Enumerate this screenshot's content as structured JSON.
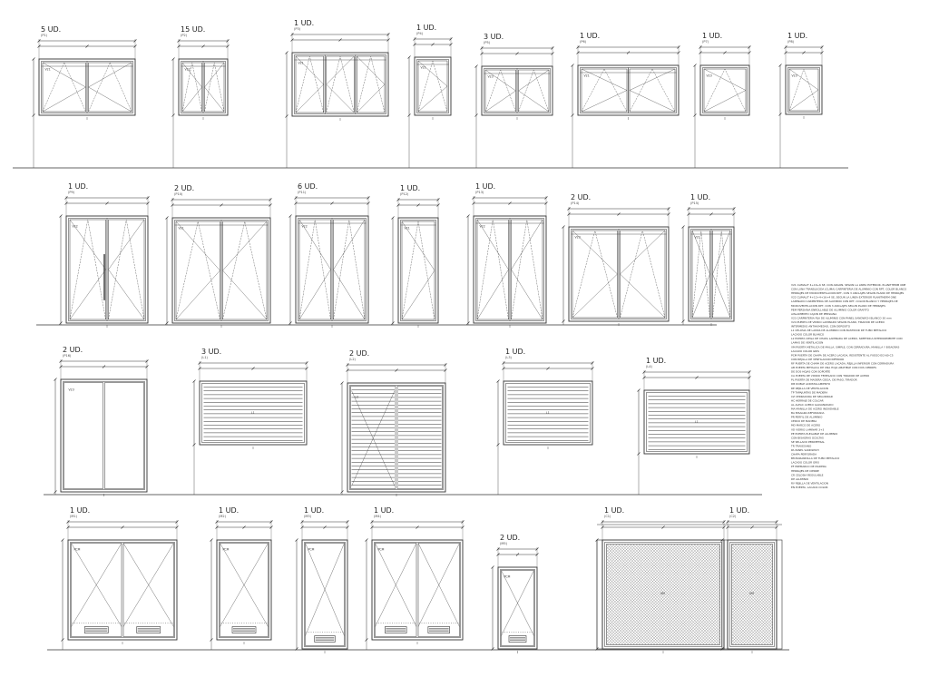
{
  "sheet": {
    "rows": [
      {
        "items": [
          {
            "qty": "5 UD.",
            "sub": "(P1)",
            "kind": "window",
            "leaves": 2,
            "transom": true,
            "tag": "V21"
          },
          {
            "qty": "15 UD.",
            "sub": "(P2)",
            "kind": "window",
            "leaves": 2,
            "transom": true,
            "tag": "V22"
          },
          {
            "qty": "1 UD.",
            "sub": "(P3)",
            "kind": "window",
            "leaves": 3,
            "transom": true,
            "tag": "V21"
          },
          {
            "qty": "1 UD.",
            "sub": "(P4)",
            "kind": "window",
            "leaves": 1,
            "transom": true,
            "tag": "V21"
          },
          {
            "qty": "3 UD.",
            "sub": "(P5)",
            "kind": "window",
            "leaves": 2,
            "transom": true,
            "tag": "V23"
          },
          {
            "qty": "1 UD.",
            "sub": "(P6)",
            "kind": "window",
            "leaves": 2,
            "transom": true,
            "tag": "V21"
          },
          {
            "qty": "1 UD.",
            "sub": "(P7)",
            "kind": "window",
            "leaves": 1,
            "transom": false,
            "tag": "V23"
          },
          {
            "qty": "1 UD.",
            "sub": "(P8)",
            "kind": "window",
            "leaves": 1,
            "transom": false,
            "tag": "V23"
          }
        ]
      },
      {
        "items": [
          {
            "qty": "1 UD.",
            "sub": "(P9)",
            "kind": "door-handle",
            "leaves": 2,
            "transom": true,
            "tag": "V22"
          },
          {
            "qty": "2 UD.",
            "sub": "(P10)",
            "kind": "window",
            "leaves": 2,
            "transom": true,
            "tag": "V21"
          },
          {
            "qty": "6 UD.",
            "sub": "(P11)",
            "kind": "window",
            "leaves": 2,
            "transom": true,
            "tag": "V22"
          },
          {
            "qty": "1 UD.",
            "sub": "(P12)",
            "kind": "window",
            "leaves": 1,
            "transom": true,
            "tag": "V21"
          },
          {
            "qty": "1 UD.",
            "sub": "(P13)",
            "kind": "window",
            "leaves": 2,
            "transom": true,
            "tag": "V22"
          },
          {
            "qty": "2 UD.",
            "sub": "(P14)",
            "kind": "window",
            "leaves": 2,
            "transom": true,
            "tag": "V23"
          },
          {
            "qty": "1 UD.",
            "sub": "(P15)",
            "kind": "window",
            "leaves": 2,
            "transom": true,
            "tag": "V21"
          }
        ]
      },
      {
        "items": [
          {
            "qty": "2 UD.",
            "sub": "(P16)",
            "kind": "plain-door",
            "leaves": 2,
            "transom": false,
            "tag": "V23"
          },
          {
            "qty": "3 UD.",
            "sub": "(L1)",
            "kind": "louver",
            "leaves": 1,
            "transom": false,
            "tag": "L1"
          },
          {
            "qty": "2 UD.",
            "sub": "(L2)",
            "kind": "louver-door",
            "leaves": 2,
            "transom": false,
            "tag": "L2"
          },
          {
            "qty": "1 UD.",
            "sub": "(L3)",
            "kind": "louver",
            "leaves": 1,
            "transom": false,
            "tag": "L1"
          },
          {
            "qty": "1 UD.",
            "sub": "(L4)",
            "kind": "louver",
            "leaves": 1,
            "transom": false,
            "tag": "L1"
          }
        ]
      },
      {
        "items": [
          {
            "qty": "1 UD.",
            "sub": "(M1)",
            "kind": "door-vent",
            "leaves": 2,
            "transom": false,
            "tag": "PCM"
          },
          {
            "qty": "1 UD.",
            "sub": "(M2)",
            "kind": "door-vent",
            "leaves": 1,
            "transom": false,
            "tag": "PCM"
          },
          {
            "qty": "1 UD.",
            "sub": "(M3)",
            "kind": "door-vent",
            "leaves": 1,
            "transom": false,
            "tag": "PCM"
          },
          {
            "qty": "1 UD.",
            "sub": "(M4)",
            "kind": "door-vent",
            "leaves": 2,
            "transom": false,
            "tag": "PCM"
          },
          {
            "qty": "2 UD.",
            "sub": "(M5)",
            "kind": "door-vent",
            "leaves": 1,
            "transom": false,
            "tag": "PCM"
          },
          {
            "qty": "1 UD.",
            "sub": "(C1)",
            "kind": "gate",
            "leaves": 1,
            "transom": false,
            "tag": "VM"
          },
          {
            "qty": "1 UD.",
            "sub": "(C2)",
            "kind": "gate",
            "leaves": 1,
            "transom": false,
            "tag": "VM"
          }
        ]
      }
    ]
  },
  "legend": {
    "lines": [
      "V21  CLIMALIT 4+16+6 SE, CON ARGON, SEGUN LA LINEA EXTERIOR, PLANITHERM ONE",
      "CON LUNA TRANSLUCIDA (CLIMA) CARPINTERIA DE ALUMINIO CON RPT, COLOR BLANCO",
      "HERRAJES DE MICROVENTILACION RPT, CON 3 ANCLAJES SEGUN PLANO DE HERRAJES",
      "V22  CLIMALIT 4+12+4+16+4 SE, SEGUN LA LINEA EXTERIOR PLANITHERM ONE",
      "LAMINADO CARPINTERIA DE ALUMINIO CON RPT, COLOR BLANCO Y HERRAJES DE",
      "MICROVENTILACION RPT, CON 3 ANCLAJES SEGUN PLANO DE HERRAJES",
      "PEM  PERSIANA ENROLLABLE DE ALUMINIO COLOR GRAFITO",
      "     AISLAMIENTO CAJON DE PERSIANA",
      "V23  CARPINTERIA FIJA DE ALUMINIO CON PANEL SANDWICH BLANCO 30 mm",
      "V24  PUERTA DE VIDRIO LAMINADO SEGUN PLANO, TIRADOR DE ACERO",
      "     INTERMEDIO ANTIHUMEDAD, CON DEPOSITO",
      "L1   CELOSIA DE LAMAS DE ALUMINIO CON BASTIDOR DE TUBO METALICO",
      "     LACADO COLOR BLANCO",
      "L2   PUERTA CIEGA DE CHAPA LAMINADA DE ACERO, SIMETRICA INTERIORMENTE CON",
      "     LAMAS DE VENTILACION",
      "VM   PUERTA METALICA DE MALLA, SIMPLE, CON CERRADURA, MANILLA Y BISAGRAS",
      "     LACADO COLOR GRIS",
      "PCM  PUERTA DE CHAPA DE ACERO LACADA, RESISTENTE AL FUEGO EI2-60-C5",
      "     CON REJILLA DE VENTILACION INFERIOR",
      "RF   PUERTA DE CHAPA DE ACERO LACADA, REJILLA INFERIOR CON CERRADURA",
      "AB   PUERTA METALICA DE UNA HOJA ABATIBLE CON DOS CIERRES",
      "     DE DOS HOJAS CON SOPORTE",
      "CA   PUERTA DE VIDRIO TEMPLADO CON TIRADOR DE ACERO",
      "PL   PUERTA DE MADERA CIEGA, DE PASO, TIRADOR",
      "DB   DOBLE ACRISTALAMIENTO",
      "RE   REJILLA DE VENTILACION",
      "TP   TAPAJUNTAS DE MADERA",
      "CZ   CERRADURA DE SEGURIDAD",
      "HC   HERRAJE DE COLGAR",
      "AL   ALEAC ACERO GALVANIZADO",
      "MA   MANILLA DE ACERO INOXIDABLE",
      "BA   BISAGRA REFORZADA",
      "PR   PERFIL DE ALUMINIO",
      "     CERCO DE MADERA",
      "MD   MARCO DE ACERO",
      "VD   VIDRIO LAMINAR 3+3",
      "PE   PUERTA PLEGABLE DE ALUMINIO",
      "     CON BISAGRAS OCULTAS",
      "SE   SELLADO PERIMETRAL",
      "TR   TRAVESANO",
      "PA   PANEL SANDWICH",
      "     CHAPA PERFORADA",
      "BM   BARANDILLA DE TUBO METALICO",
      "     LACADO COLOR GRIS",
      "PF   PREMARCO DE MADERA",
      "     HERRAJES DE CIERRE",
      "CR   CELOSIA REGULABLE",
      "     DE ALUMINIO",
      "RV   REJILLA DE VENTILACION",
      "     EN PUERTA, LACADA COLOR"
    ]
  }
}
